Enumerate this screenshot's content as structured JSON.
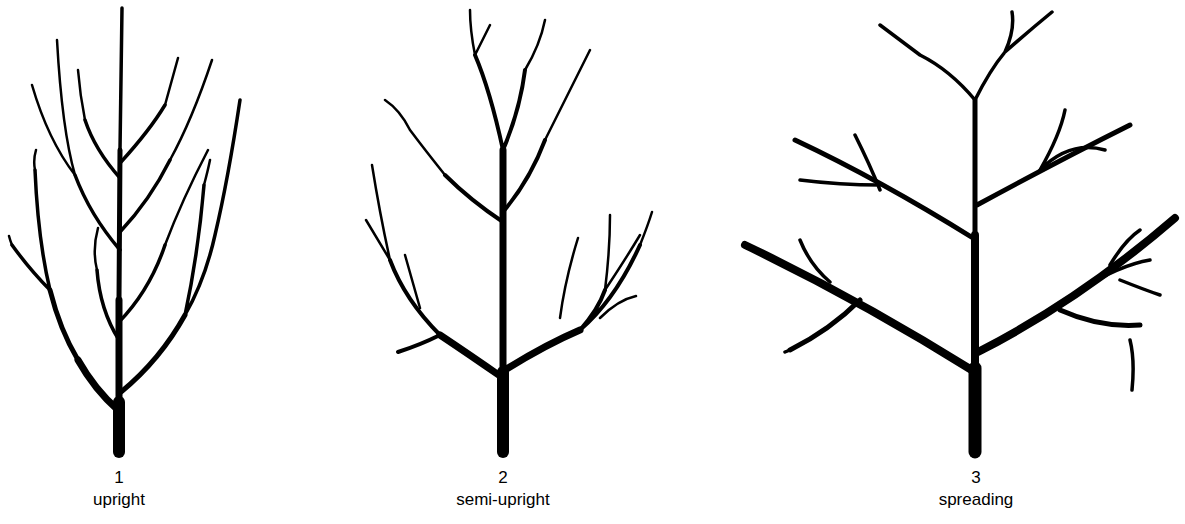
{
  "diagram": {
    "labels": [
      "1",
      "upright",
      "2",
      "semi-upright",
      "3",
      "spreading"
    ]
  }
}
